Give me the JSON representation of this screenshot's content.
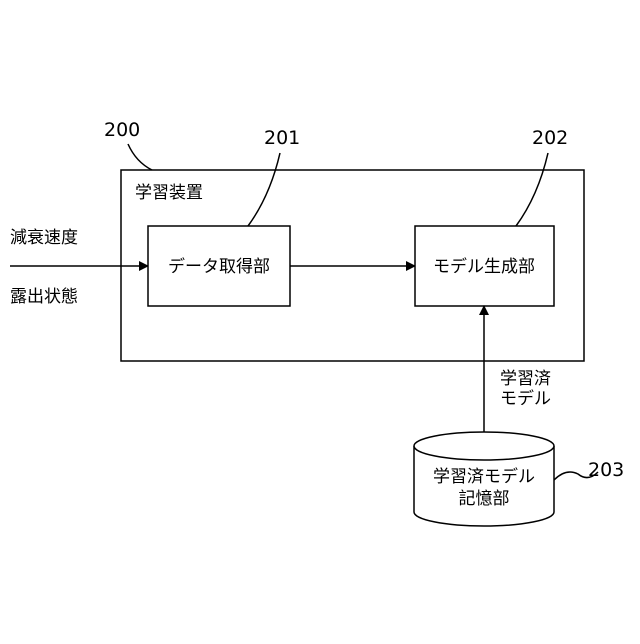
{
  "refs": {
    "apparatus": "200",
    "data_acquisition": "201",
    "model_generation": "202",
    "storage": "203"
  },
  "apparatus_title": "学習装置",
  "inputs": {
    "line1": "減衰速度",
    "line2": "露出状態"
  },
  "blocks": {
    "data_acquisition": "データ取得部",
    "model_generation": "モデル生成部"
  },
  "link_label": {
    "line1": "学習済",
    "line2": "モデル"
  },
  "storage": {
    "line1": "学習済モデル",
    "line2": "記憶部"
  }
}
